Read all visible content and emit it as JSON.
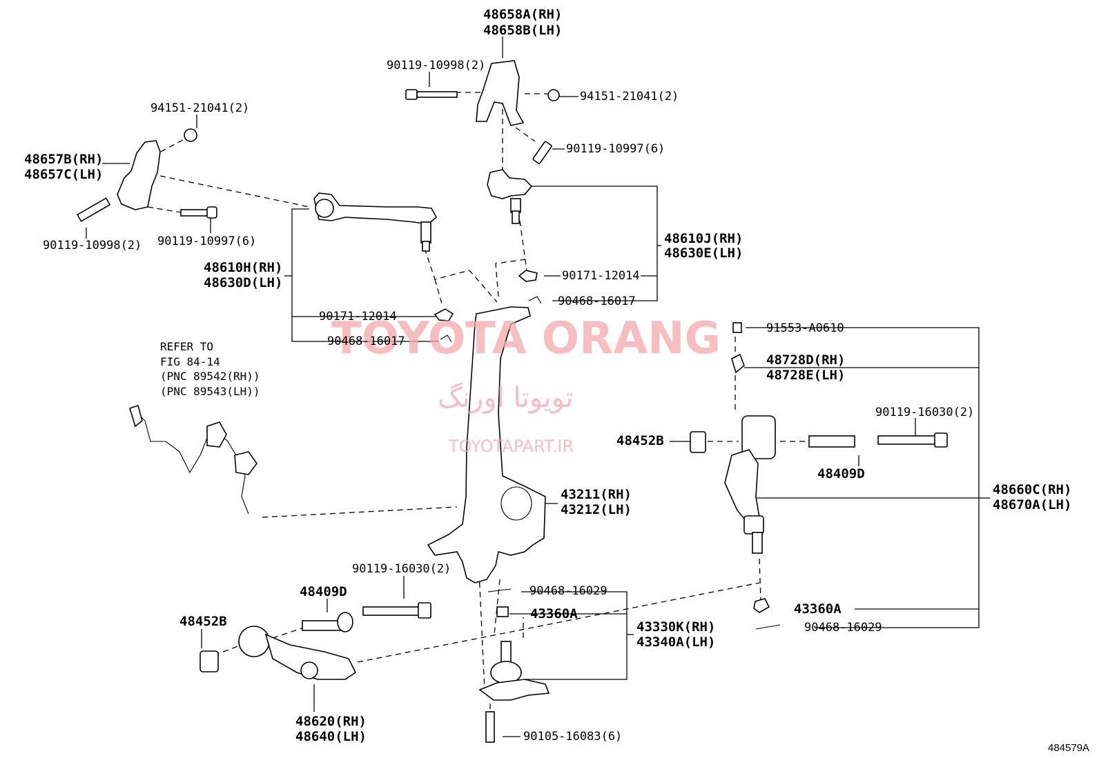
{
  "labels": {
    "upper_bracket_rh": "48658A(RH)",
    "upper_bracket_lh": "48658B(LH)",
    "bolt_top_left": "90119-10998(2)",
    "nut_top_right": "94151-21041(2)",
    "bolt_top_6": "90119-10997(6)",
    "nut_left": "94151-21041(2)",
    "bracket_left_rh": "48657B(RH)",
    "bracket_left_lh": "48657C(LH)",
    "bolt_left_2": "90119-10998(2)",
    "bolt_left_6": "90119-10997(6)",
    "arm_upper_rh": "48610J(RH)",
    "arm_upper_lh": "48630E(LH)",
    "nut_right_upper": "90171-12014",
    "pin_right_upper": "90468-16017",
    "arm_left_rh": "48610H(RH)",
    "arm_left_lh": "48630D(LH)",
    "nut_left_upper": "90171-12014",
    "pin_left_upper": "90468-16017",
    "refer_1": "REFER TO",
    "refer_2": "FIG 84-14",
    "refer_3": "(PNC 89542(RH))",
    "refer_4": "(PNC 89543(LH))",
    "bolt_91553": "91553-A0610",
    "bracket_rh": "48728D(RH)",
    "bracket_lh": "48728E(LH)",
    "bolt_right_2": "90119-16030(2)",
    "cap_right": "48452B",
    "bush_right": "48409D",
    "lower_arm_right_rh": "48660C(RH)",
    "lower_arm_right_lh": "48670A(LH)",
    "knuckle_rh": "43211(RH)",
    "knuckle_lh": "43212(LH)",
    "bolt_lower_2": "90119-16030(2)",
    "bush_lower": "48409D",
    "cap_lower": "48452B",
    "pin_lower": "90468-16029",
    "nut_lower": "43360A",
    "balljoint_rh": "43330K(RH)",
    "balljoint_lh": "43340A(LH)",
    "nut_right_lower": "43360A",
    "pin_right_lower": "90468-16029",
    "lower_arm_rh": "48620(RH)",
    "lower_arm_lh": "48640(LH)",
    "bolt_bottom": "90105-16083(6)",
    "figure_id": "484579A"
  },
  "watermark": {
    "brand": "TOYOTA ORANG",
    "persian": "تویوتا اورنگ",
    "site": "TOYOTAPART.IR",
    "color": "#f4a9ad"
  }
}
